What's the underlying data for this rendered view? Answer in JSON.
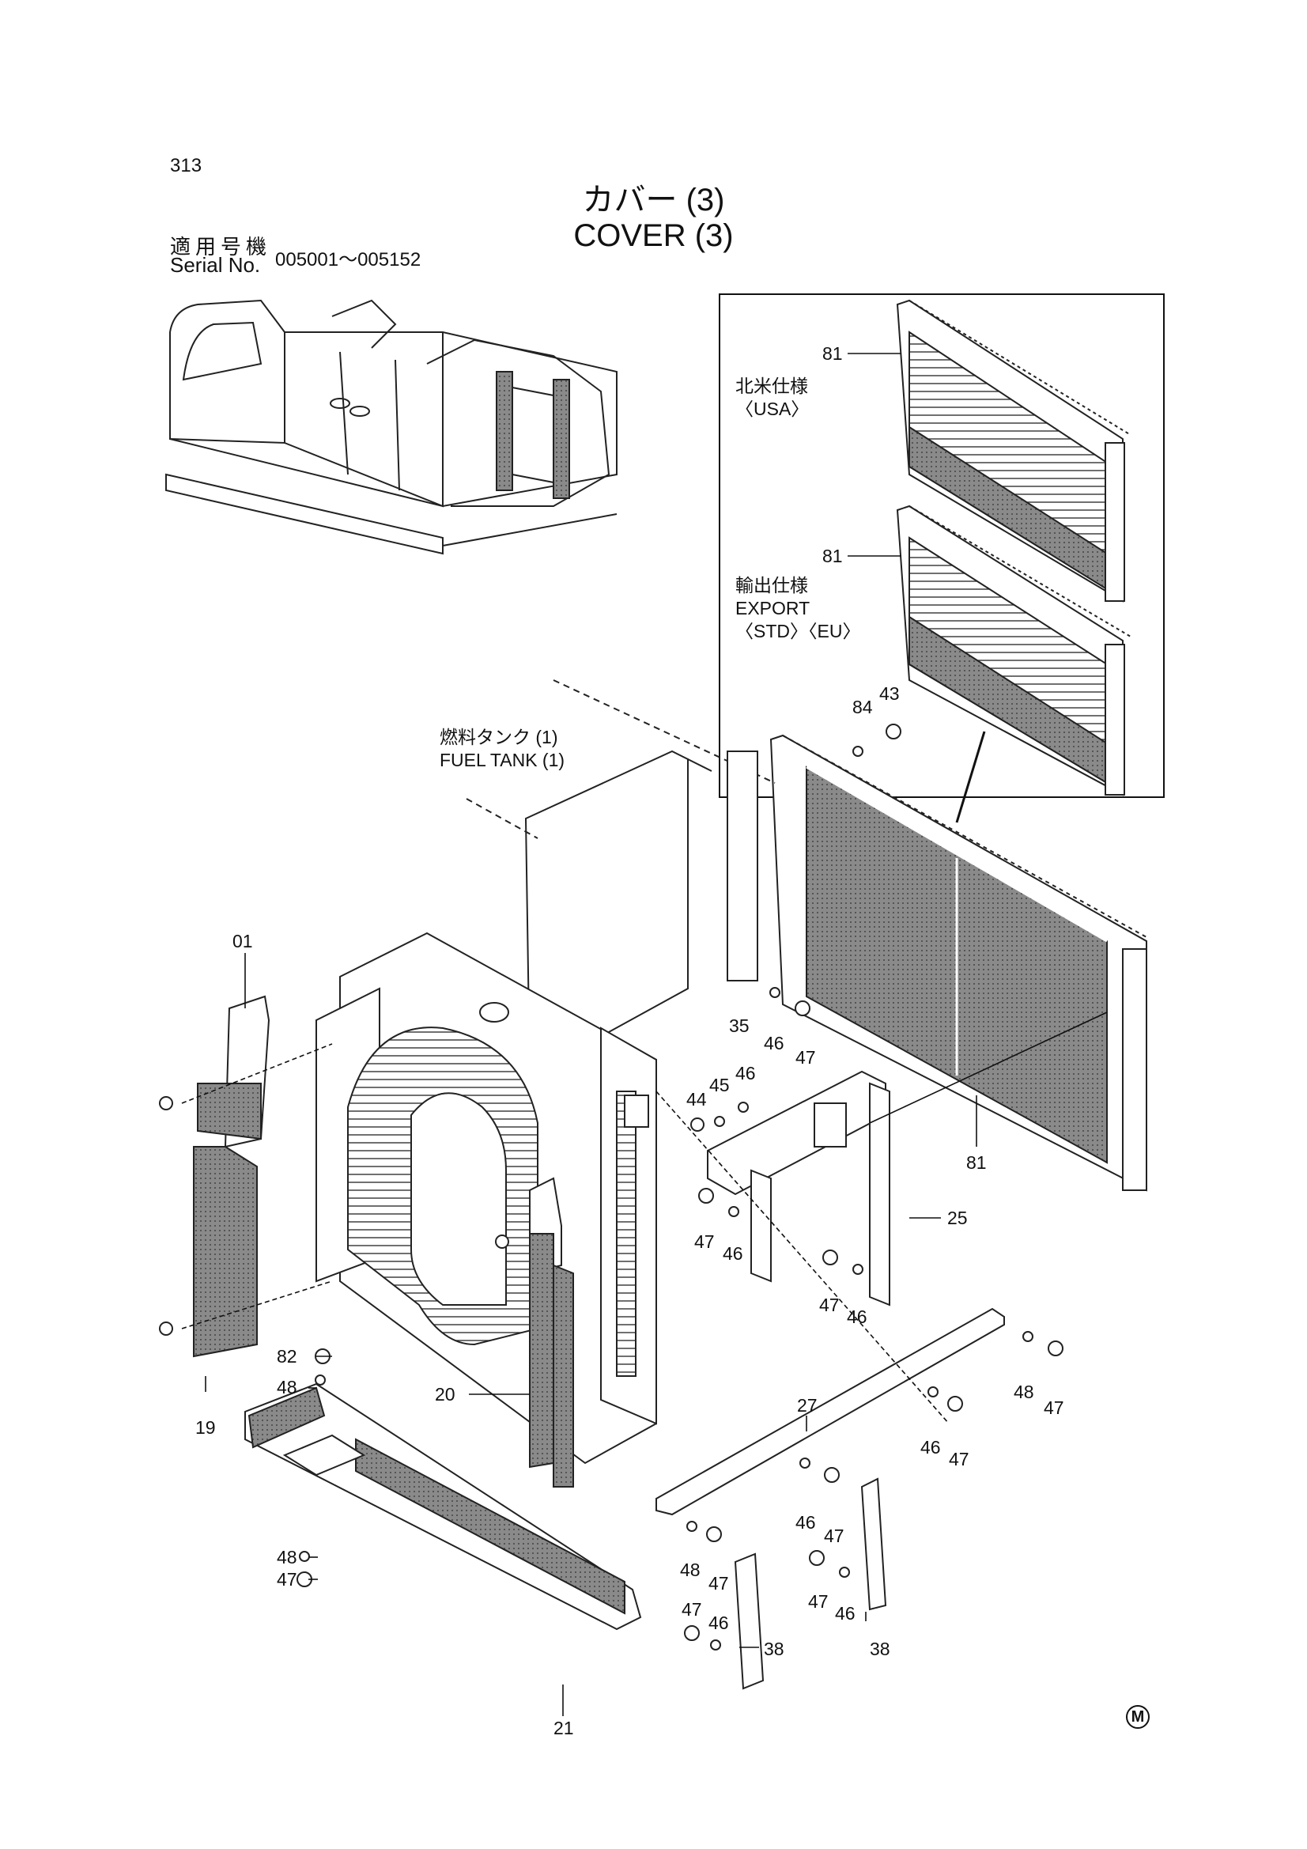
{
  "page_number": "313",
  "title_jp": "カバー (3)",
  "title_en": "COVER (3)",
  "serial": {
    "label_jp": "適用号機",
    "label_en": "Serial No.",
    "range": "005001～005152"
  },
  "inset_notes": {
    "usa_jp": "北米仕様",
    "usa_en": "〈USA〉",
    "export_jp": "輸出仕様",
    "export_en": "EXPORT",
    "export_variants": "〈STD〉〈EU〉"
  },
  "fuel_tank": {
    "jp": "燃料タンク (1)",
    "en": "FUEL TANK (1)"
  },
  "stamp": "M",
  "part_labels": [
    {
      "id": "81-usa",
      "text": "81"
    },
    {
      "id": "81-export",
      "text": "81"
    },
    {
      "id": "84",
      "text": "84"
    },
    {
      "id": "43",
      "text": "43"
    },
    {
      "id": "01",
      "text": "01"
    },
    {
      "id": "35",
      "text": "35"
    },
    {
      "id": "46-a",
      "text": "46"
    },
    {
      "id": "47-a",
      "text": "47"
    },
    {
      "id": "81-main",
      "text": "81"
    },
    {
      "id": "44",
      "text": "44"
    },
    {
      "id": "45",
      "text": "45"
    },
    {
      "id": "46-b",
      "text": "46"
    },
    {
      "id": "25",
      "text": "25"
    },
    {
      "id": "47-b",
      "text": "47"
    },
    {
      "id": "46-c",
      "text": "46"
    },
    {
      "id": "47-c",
      "text": "47"
    },
    {
      "id": "46-d",
      "text": "46"
    },
    {
      "id": "19",
      "text": "19"
    },
    {
      "id": "82",
      "text": "82"
    },
    {
      "id": "48-a",
      "text": "48"
    },
    {
      "id": "20",
      "text": "20"
    },
    {
      "id": "27",
      "text": "27"
    },
    {
      "id": "48-b",
      "text": "48"
    },
    {
      "id": "47-d",
      "text": "47"
    },
    {
      "id": "46-e",
      "text": "46"
    },
    {
      "id": "47-e",
      "text": "47"
    },
    {
      "id": "46-f",
      "text": "46"
    },
    {
      "id": "47-f",
      "text": "47"
    },
    {
      "id": "48-c",
      "text": "48"
    },
    {
      "id": "47-g",
      "text": "47"
    },
    {
      "id": "48-d",
      "text": "48"
    },
    {
      "id": "47-h",
      "text": "47"
    },
    {
      "id": "47-i",
      "text": "47"
    },
    {
      "id": "46-g",
      "text": "46"
    },
    {
      "id": "38-a",
      "text": "38"
    },
    {
      "id": "47-j",
      "text": "47"
    },
    {
      "id": "46-h",
      "text": "46"
    },
    {
      "id": "38-b",
      "text": "38"
    },
    {
      "id": "21",
      "text": "21"
    }
  ]
}
